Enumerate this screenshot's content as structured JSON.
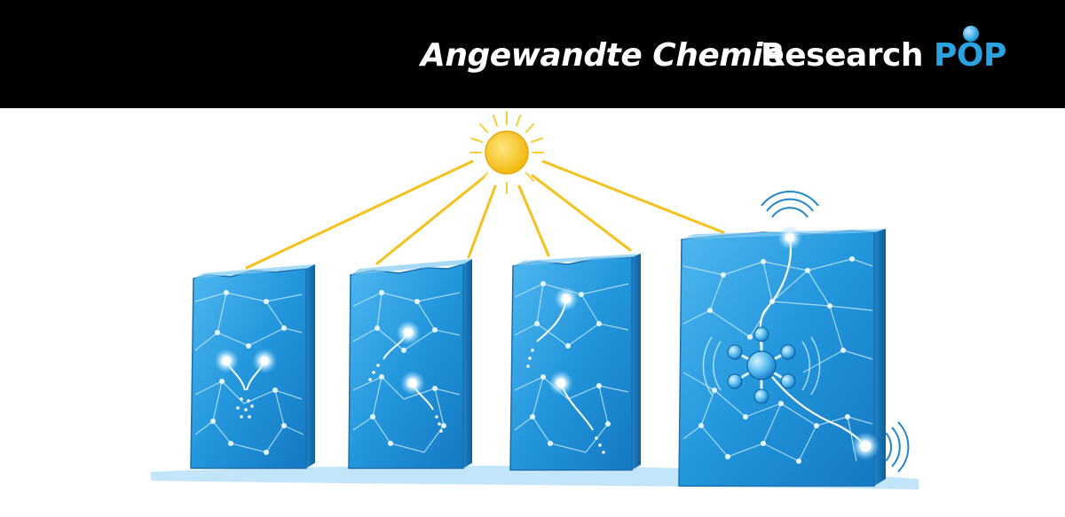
{
  "header": {
    "journal_title": "Angewandte Chemie",
    "brand_prefix": "Research",
    "brand_suffix": "POP"
  },
  "colors": {
    "header_background": "#000000",
    "brand_accent": "#2aa3e0",
    "sun": "#f5c21a",
    "panel": "#2b9ce0",
    "glow": "#ffffff"
  },
  "illustration": {
    "panel_count": 4,
    "icons": [
      "sun-icon",
      "light-ray",
      "crystal-panel",
      "glowing-particle",
      "molecule-icon",
      "signal-wave-icon"
    ]
  }
}
